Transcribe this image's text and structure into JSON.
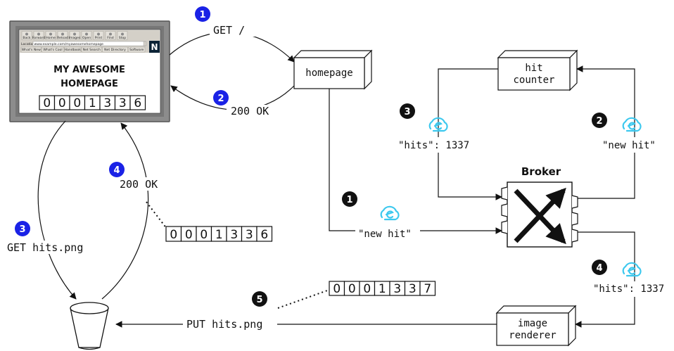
{
  "browser": {
    "toolbar_buttons": [
      "Back",
      "Forward",
      "Home",
      "Reload",
      "Images",
      "Open",
      "Print",
      "Find",
      "Stop"
    ],
    "location_label": "Location:",
    "url": "www.example.com/myawesomehomepage",
    "bookmarks": [
      "What's New",
      "What's Cool",
      "Handbook",
      "Net Search",
      "Net Directory",
      "Software"
    ],
    "page_title_line1": "MY AWESOME",
    "page_title_line2": "HOMEPAGE",
    "counter_digits": [
      "0",
      "0",
      "0",
      "1",
      "3",
      "3",
      "6"
    ],
    "logo_letter": "N"
  },
  "left_flow": {
    "step1_badge": "1",
    "step1_label": "GET /",
    "step2_badge": "2",
    "step2_label": "200 OK",
    "step3_badge": "3",
    "step3_label": "GET hits.png",
    "step4_badge": "4",
    "step4_label": "200 OK",
    "step5_badge": "5",
    "put_label": "PUT hits.png",
    "counter_before": [
      "0",
      "0",
      "0",
      "1",
      "3",
      "3",
      "6"
    ],
    "counter_after": [
      "0",
      "0",
      "0",
      "1",
      "3",
      "3",
      "7"
    ]
  },
  "components": {
    "homepage": "homepage",
    "hit_counter_line1": "hit",
    "hit_counter_line2": "counter",
    "broker": "Broker",
    "image_renderer_line1": "image",
    "image_renderer_line2": "renderer"
  },
  "messages": {
    "m1_badge": "1",
    "m1_label": "\"new hit\"",
    "m2_badge": "2",
    "m2_label": "\"new hit\"",
    "m3_badge": "3",
    "m3_label": "\"hits\": 1337",
    "m4_badge": "4",
    "m4_label": "\"hits\": 1337"
  },
  "colors": {
    "blue_badge": "#1a22e6",
    "black_badge": "#111111",
    "cloud_icon": "#3cc8ee",
    "monitor_frame": "#8c8c8c",
    "browser_chrome": "#d4d0c8"
  }
}
